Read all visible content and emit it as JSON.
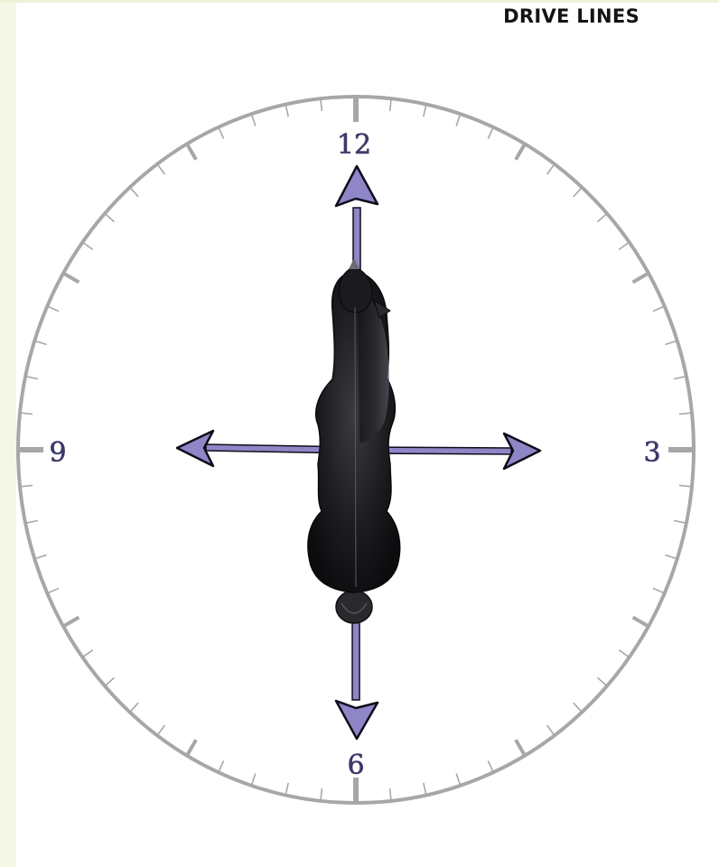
{
  "title": "DRIVE LINES",
  "clock_labels": [
    "12",
    "3",
    "6",
    "9"
  ],
  "colors": {
    "arrow": "#8f86c7",
    "arrow_outline": "#0d0d1a",
    "dial": "#a7a7a7",
    "numerals": "#3c3a6a",
    "horse": "#1e1e22"
  },
  "figure": "horse-topdown"
}
